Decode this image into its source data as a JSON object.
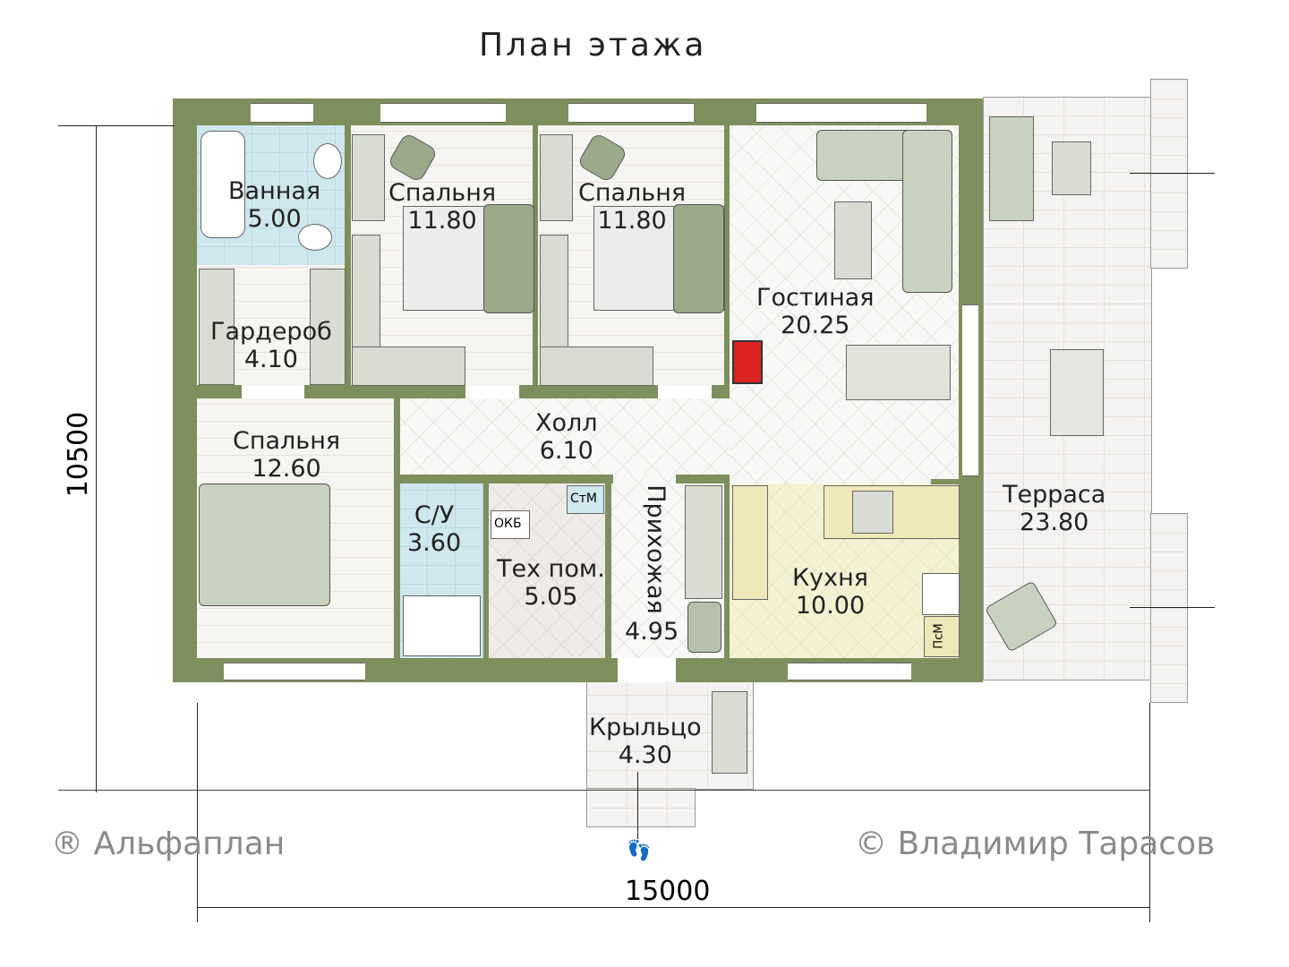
{
  "title": "План этажа",
  "rooms": {
    "bath": {
      "name": "Ванная",
      "area": "5.00"
    },
    "bed1": {
      "name": "Спальня",
      "area": "11.80"
    },
    "bed2": {
      "name": "Спальня",
      "area": "11.80"
    },
    "living": {
      "name": "Гостиная",
      "area": "20.25"
    },
    "wardrobe": {
      "name": "Гардероб",
      "area": "4.10"
    },
    "hall": {
      "name": "Холл",
      "area": "6.10"
    },
    "bed3": {
      "name": "Спальня",
      "area": "12.60"
    },
    "wc": {
      "name": "С/У",
      "area": "3.60"
    },
    "tech": {
      "name": "Тех пом.",
      "area": "5.05"
    },
    "entry": {
      "name": "Прихожая",
      "area": "4.95"
    },
    "kitchen": {
      "name": "Кухня",
      "area": "10.00"
    },
    "terrace": {
      "name": "Терраса",
      "area": "23.80"
    },
    "porch": {
      "name": "Крыльцо",
      "area": "4.30"
    }
  },
  "appliances": {
    "washer": "СтМ",
    "boiler": "ОКБ",
    "dishwasher": "ПсМ"
  },
  "dimensions": {
    "width": "15000",
    "depth": "10500"
  },
  "watermarks": {
    "left": "® Альфаплан",
    "right": "© Владимир Тарасов"
  },
  "colors": {
    "wall": "#7d8f5c",
    "bath": "#cfe7ee",
    "kitchen": "#f5f2d3"
  }
}
